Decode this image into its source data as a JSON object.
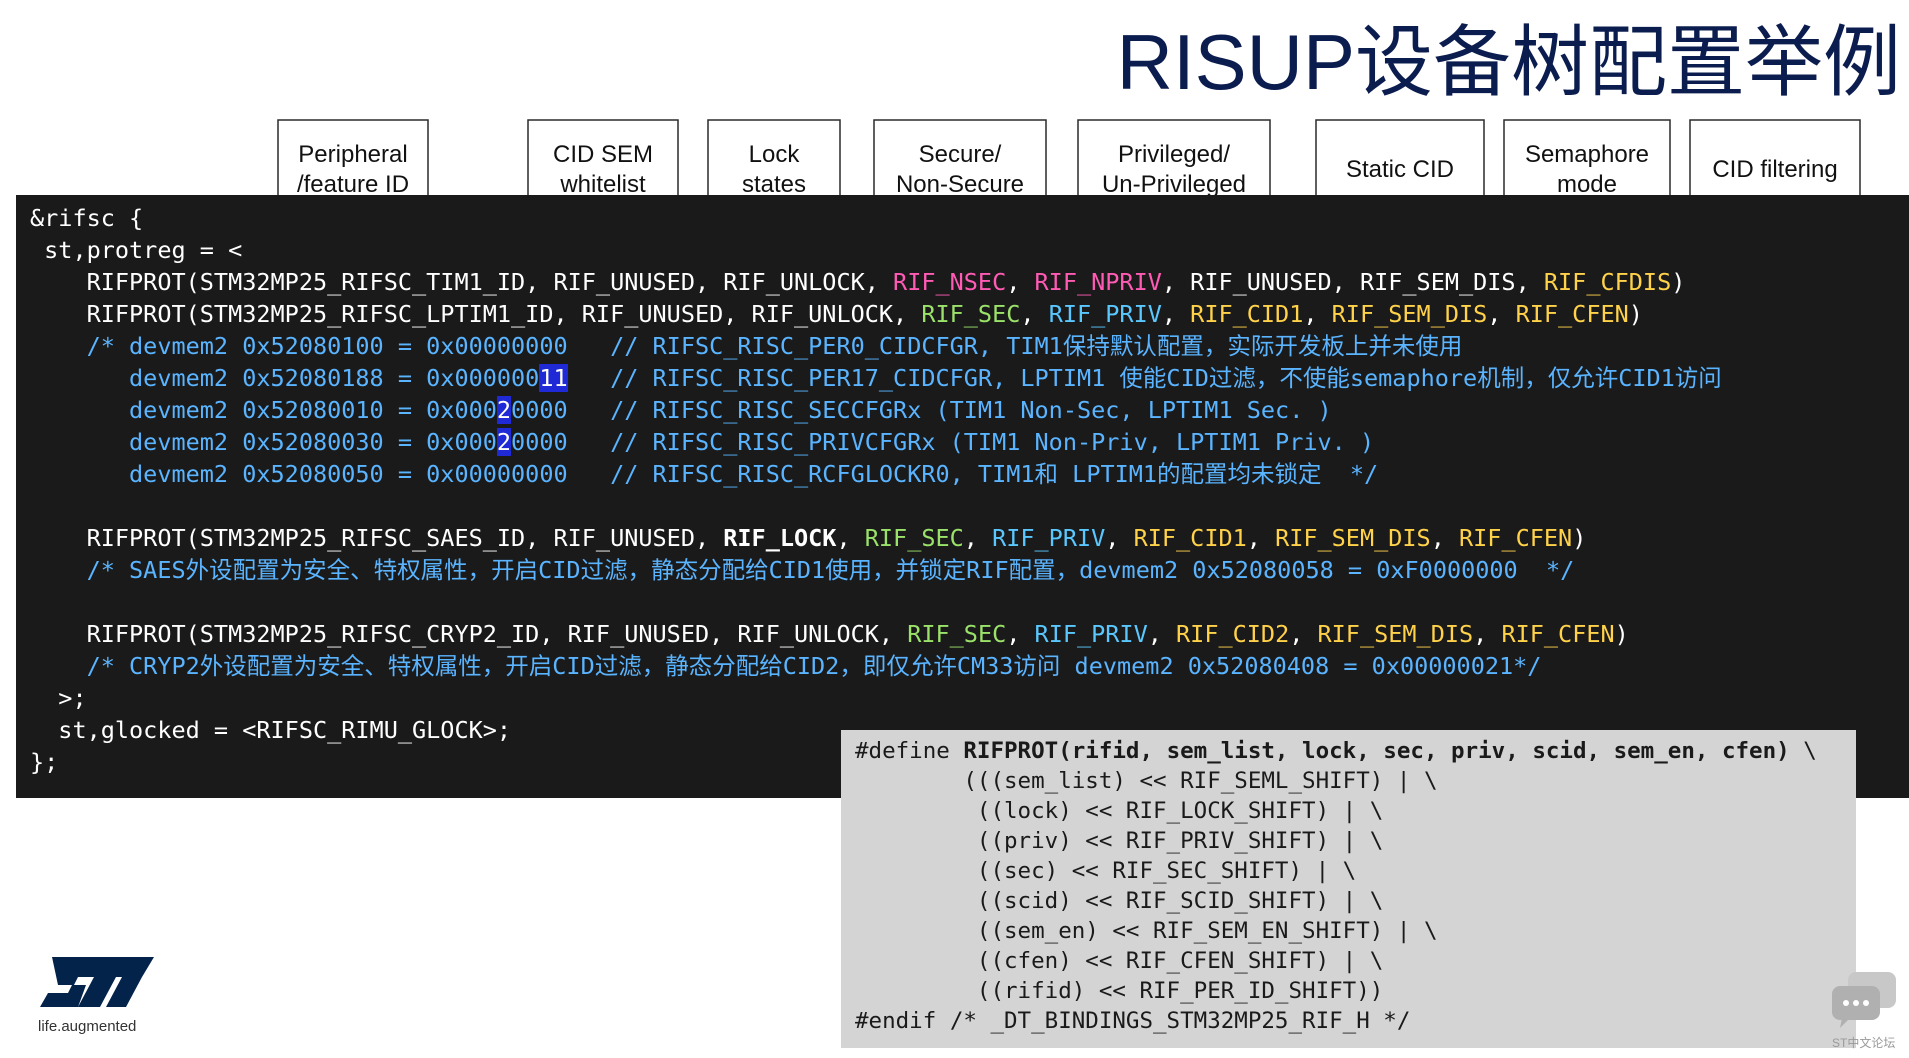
{
  "title": "RISUP设备树配置举例",
  "callouts": [
    "Peripheral\n/feature ID",
    "CID SEM\nwhitelist",
    "Lock\nstates",
    "Secure/\nNon-Secure",
    "Privileged/\nUn-Privileged",
    "Static CID",
    "Semaphore\nmode",
    "CID filtering"
  ],
  "code": {
    "l1": "&rifsc {",
    "l2": " st,protreg = <",
    "r1_head": "    RIFPROT(STM32MP25_RIFSC_TIM1_ID, RIF_UNUSED, RIF_UNLOCK, ",
    "r1_nsec": "RIF_NSEC",
    "r1_npriv": "RIF_NPRIV",
    "r1_mid": ", RIF_UNUSED, RIF_SEM_DIS, ",
    "r1_cfdis": "RIF_CFDIS",
    "r2_head": "    RIFPROT(STM32MP25_RIFSC_LPTIM1_ID, RIF_UNUSED, RIF_UNLOCK, ",
    "sec": "RIF_SEC",
    "priv": "RIF_PRIV",
    "cid1": "RIF_CID1",
    "semdis": "RIF_SEM_DIS",
    "cfen": "RIF_CFEN",
    "cid2": "RIF_CID2",
    "lock": "RIF_LOCK",
    "c1": "    /* devmem2 0x52080100 = 0x00000000   // RIFSC_RISC_PER0_CIDCFGR, TIM1保持默认配置，实际开发板上并未使用",
    "c2a": "       devmem2 0x52080188 = 0x000000",
    "c2hl": "11",
    "c2b": "   // RIFSC_RISC_PER17_CIDCFGR, LPTIM1 使能CID过滤，不使能semaphore机制，仅允许CID1访问",
    "c3a": "       devmem2 0x52080010 = 0x000",
    "c3hl": "2",
    "c3b": "0000   // RIFSC_RISC_SECCFGRx (TIM1 Non-Sec, LPTIM1 Sec. )",
    "c4a": "       devmem2 0x52080030 = 0x000",
    "c4hl": "2",
    "c4b": "0000   // RIFSC_RISC_PRIVCFGRx (TIM1 Non-Priv, LPTIM1 Priv. )",
    "c5": "       devmem2 0x52080050 = 0x00000000   // RIFSC_RISC_RCFGLOCKR0, TIM1和 LPTIM1的配置均未锁定  */",
    "r3_head": "    RIFPROT(STM32MP25_RIFSC_SAES_ID, RIF_UNUSED, ",
    "c6": "    /* SAES外设配置为安全、特权属性，开启CID过滤，静态分配给CID1使用，并锁定RIF配置，devmem2 0x52080058 = 0xF0000000  */",
    "r4_head": "    RIFPROT(STM32MP25_RIFSC_CRYP2_ID, RIF_UNUSED, RIF_UNLOCK, ",
    "c7": "    /* CRYP2外设配置为安全、特权属性，开启CID过滤，静态分配给CID2，即仅允许CM33访问 devmem2 0x52080408 = 0x00000021*/",
    "l_end1": "  >;",
    "l_glock": "  st,glocked = <RIFSC_RIMU_GLOCK>;",
    "l_end2": "};"
  },
  "define": {
    "d1a": "#define ",
    "d1b": "RIFPROT(rifid, sem_list, lock, sec, priv, scid, sem_en, cfen)",
    "d1c": " \\",
    "d2": "        (((sem_list) << RIF_SEML_SHIFT) | \\",
    "d3": "         ((lock) << RIF_LOCK_SHIFT) | \\",
    "d4": "         ((priv) << RIF_PRIV_SHIFT) | \\",
    "d5": "         ((sec) << RIF_SEC_SHIFT) | \\",
    "d6": "         ((scid) << RIF_SCID_SHIFT) | \\",
    "d7": "         ((sem_en) << RIF_SEM_EN_SHIFT) | \\",
    "d8": "         ((cfen) << RIF_CFEN_SHIFT) | \\",
    "d9": "         ((rifid) << RIF_PER_ID_SHIFT))",
    "d10": "#endif /* _DT_BINDINGS_STM32MP25_RIF_H */"
  },
  "logo": {
    "tagline": "life.augmented",
    "brand_color": "#03234b"
  },
  "watermark": "ST中文论坛",
  "colors": {
    "secure": "#9be26a",
    "nonsecure": "#ff5ab4",
    "cid": "#ffd24a",
    "comment": "#5ab4ff",
    "highlight": "#1f2ad6"
  }
}
